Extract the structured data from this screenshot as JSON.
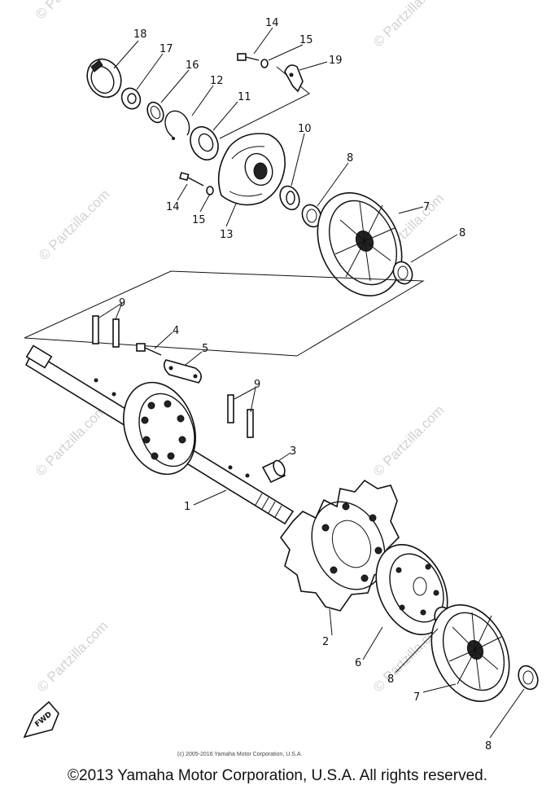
{
  "watermark": "© Partzilla.com",
  "callouts": {
    "c1": "1",
    "c2": "2",
    "c3": "3",
    "c4": "4",
    "c5": "5",
    "c6": "6",
    "c7a": "7",
    "c7b": "7",
    "c8a": "8",
    "c8b": "8",
    "c8c": "8",
    "c8d": "8",
    "c9a": "9",
    "c9b": "9",
    "c10": "10",
    "c11": "11",
    "c12": "12",
    "c13": "13",
    "c14a": "14",
    "c14b": "14",
    "c15a": "15",
    "c15b": "15",
    "c16": "16",
    "c17": "17",
    "c18": "18",
    "c19": "19"
  },
  "fwd_label": "FWD",
  "inner_copyright": "(c) 2005-2016 Yamaha Motor Corporation, U.S.A.",
  "footer": "©2013 Yamaha Motor Corporation, U.S.A. All rights reserved."
}
